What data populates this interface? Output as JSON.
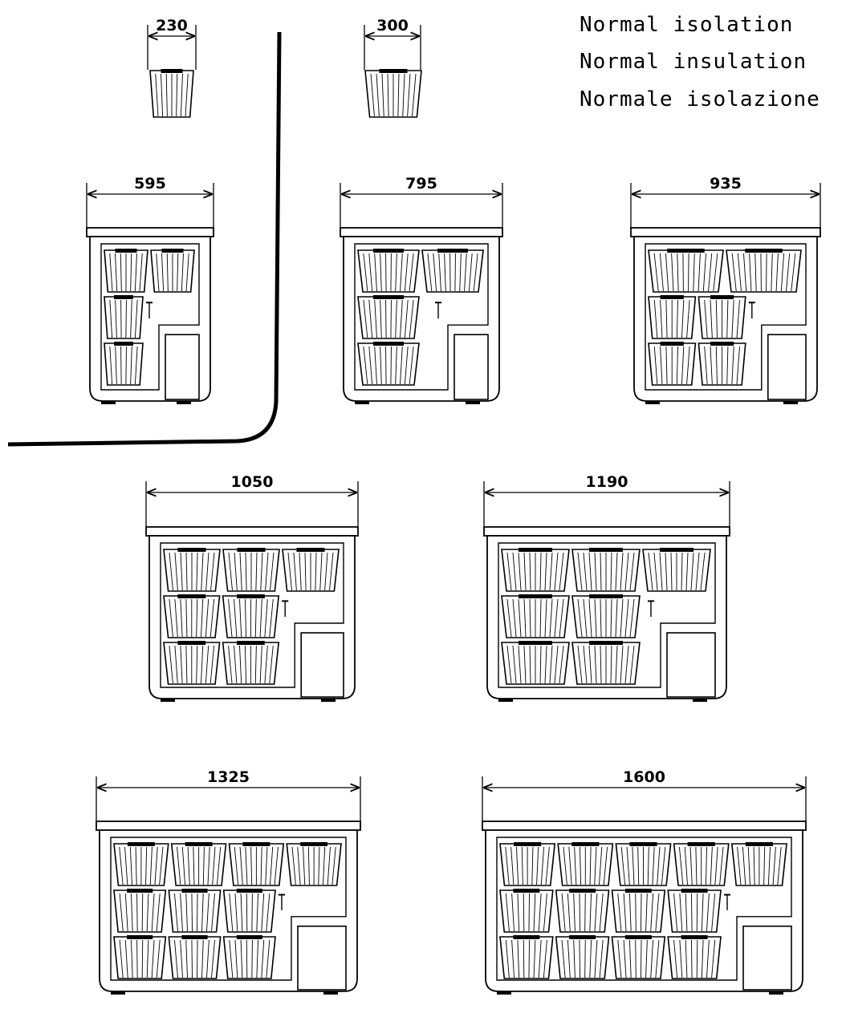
{
  "legend": [
    "Normal isolation",
    "Normal insulation",
    "Normale isolazione"
  ],
  "baskets": [
    {
      "width_label": "230"
    },
    {
      "width_label": "300"
    }
  ],
  "freezers": [
    {
      "width_label": "595",
      "basket_rows": [
        2,
        1,
        1
      ]
    },
    {
      "width_label": "795",
      "basket_rows": [
        2,
        1,
        1
      ]
    },
    {
      "width_label": "935",
      "basket_rows": [
        2,
        2,
        2
      ]
    },
    {
      "width_label": "1050",
      "basket_rows": [
        3,
        2,
        2
      ]
    },
    {
      "width_label": "1190",
      "basket_rows": [
        3,
        2,
        2
      ]
    },
    {
      "width_label": "1325",
      "basket_rows": [
        4,
        3,
        3
      ]
    },
    {
      "width_label": "1600",
      "basket_rows": [
        5,
        4,
        4
      ]
    }
  ]
}
